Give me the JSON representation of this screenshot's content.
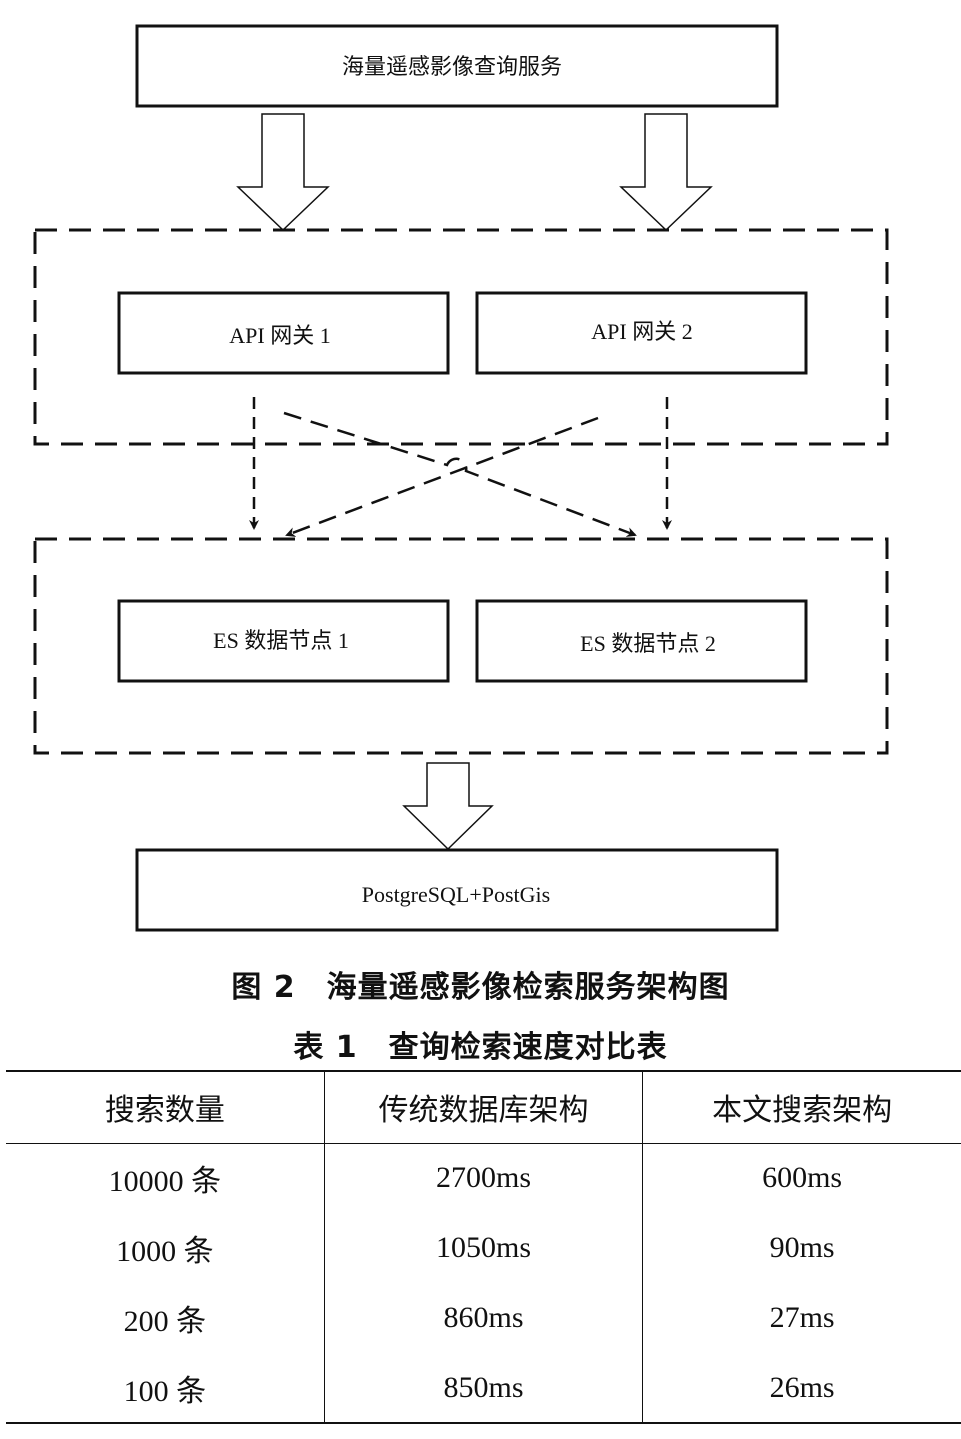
{
  "diagram": {
    "top_service": "海量遥感影像查询服务",
    "gateway_1": "API 网关 1",
    "gateway_2": "API 网关 2",
    "es_node_1": "ES 数据节点 1",
    "es_node_2": "ES 数据节点 2",
    "database": "PostgreSQL+PostGis"
  },
  "figure_caption": "图 2　海量遥感影像检索服务架构图",
  "table_caption": "表 1　查询检索速度对比表",
  "table": {
    "headers": [
      "搜索数量",
      "传统数据库架构",
      "本文搜索架构"
    ],
    "rows": [
      [
        "10000 条",
        "2700ms",
        "600ms"
      ],
      [
        "1000 条",
        "1050ms",
        "90ms"
      ],
      [
        "200 条",
        "860ms",
        "27ms"
      ],
      [
        "100 条",
        "850ms",
        "26ms"
      ]
    ]
  }
}
